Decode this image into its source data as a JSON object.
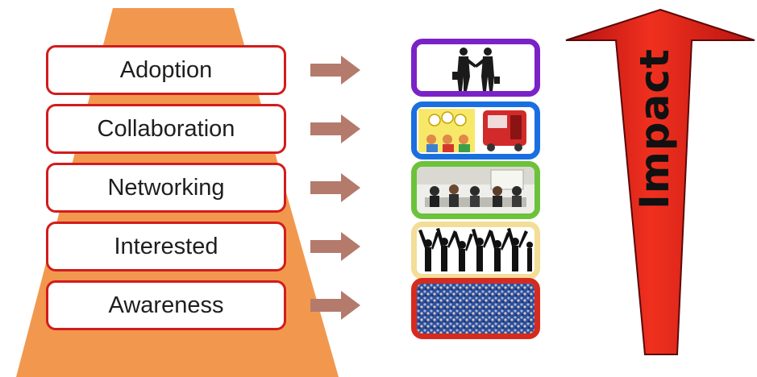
{
  "stages": [
    {
      "label": "Adoption",
      "image": "handshake-image",
      "frame_color": "#7a22c7"
    },
    {
      "label": "Collaboration",
      "image": "collaboration-image",
      "frame_color": "#1a6fe0"
    },
    {
      "label": "Networking",
      "image": "meeting-image",
      "frame_color": "#6cc23a"
    },
    {
      "label": "Interested",
      "image": "cheering-crowd-image",
      "frame_color": "#f3de98"
    },
    {
      "label": "Awareness",
      "image": "audience-image",
      "frame_color": "#d72a1e"
    }
  ],
  "impact": {
    "label": "Impact",
    "color": "#e8261b"
  },
  "colors": {
    "funnel": "#f2984e",
    "box_border": "#d21c1c",
    "connector_arrow": "#b47a6c"
  }
}
